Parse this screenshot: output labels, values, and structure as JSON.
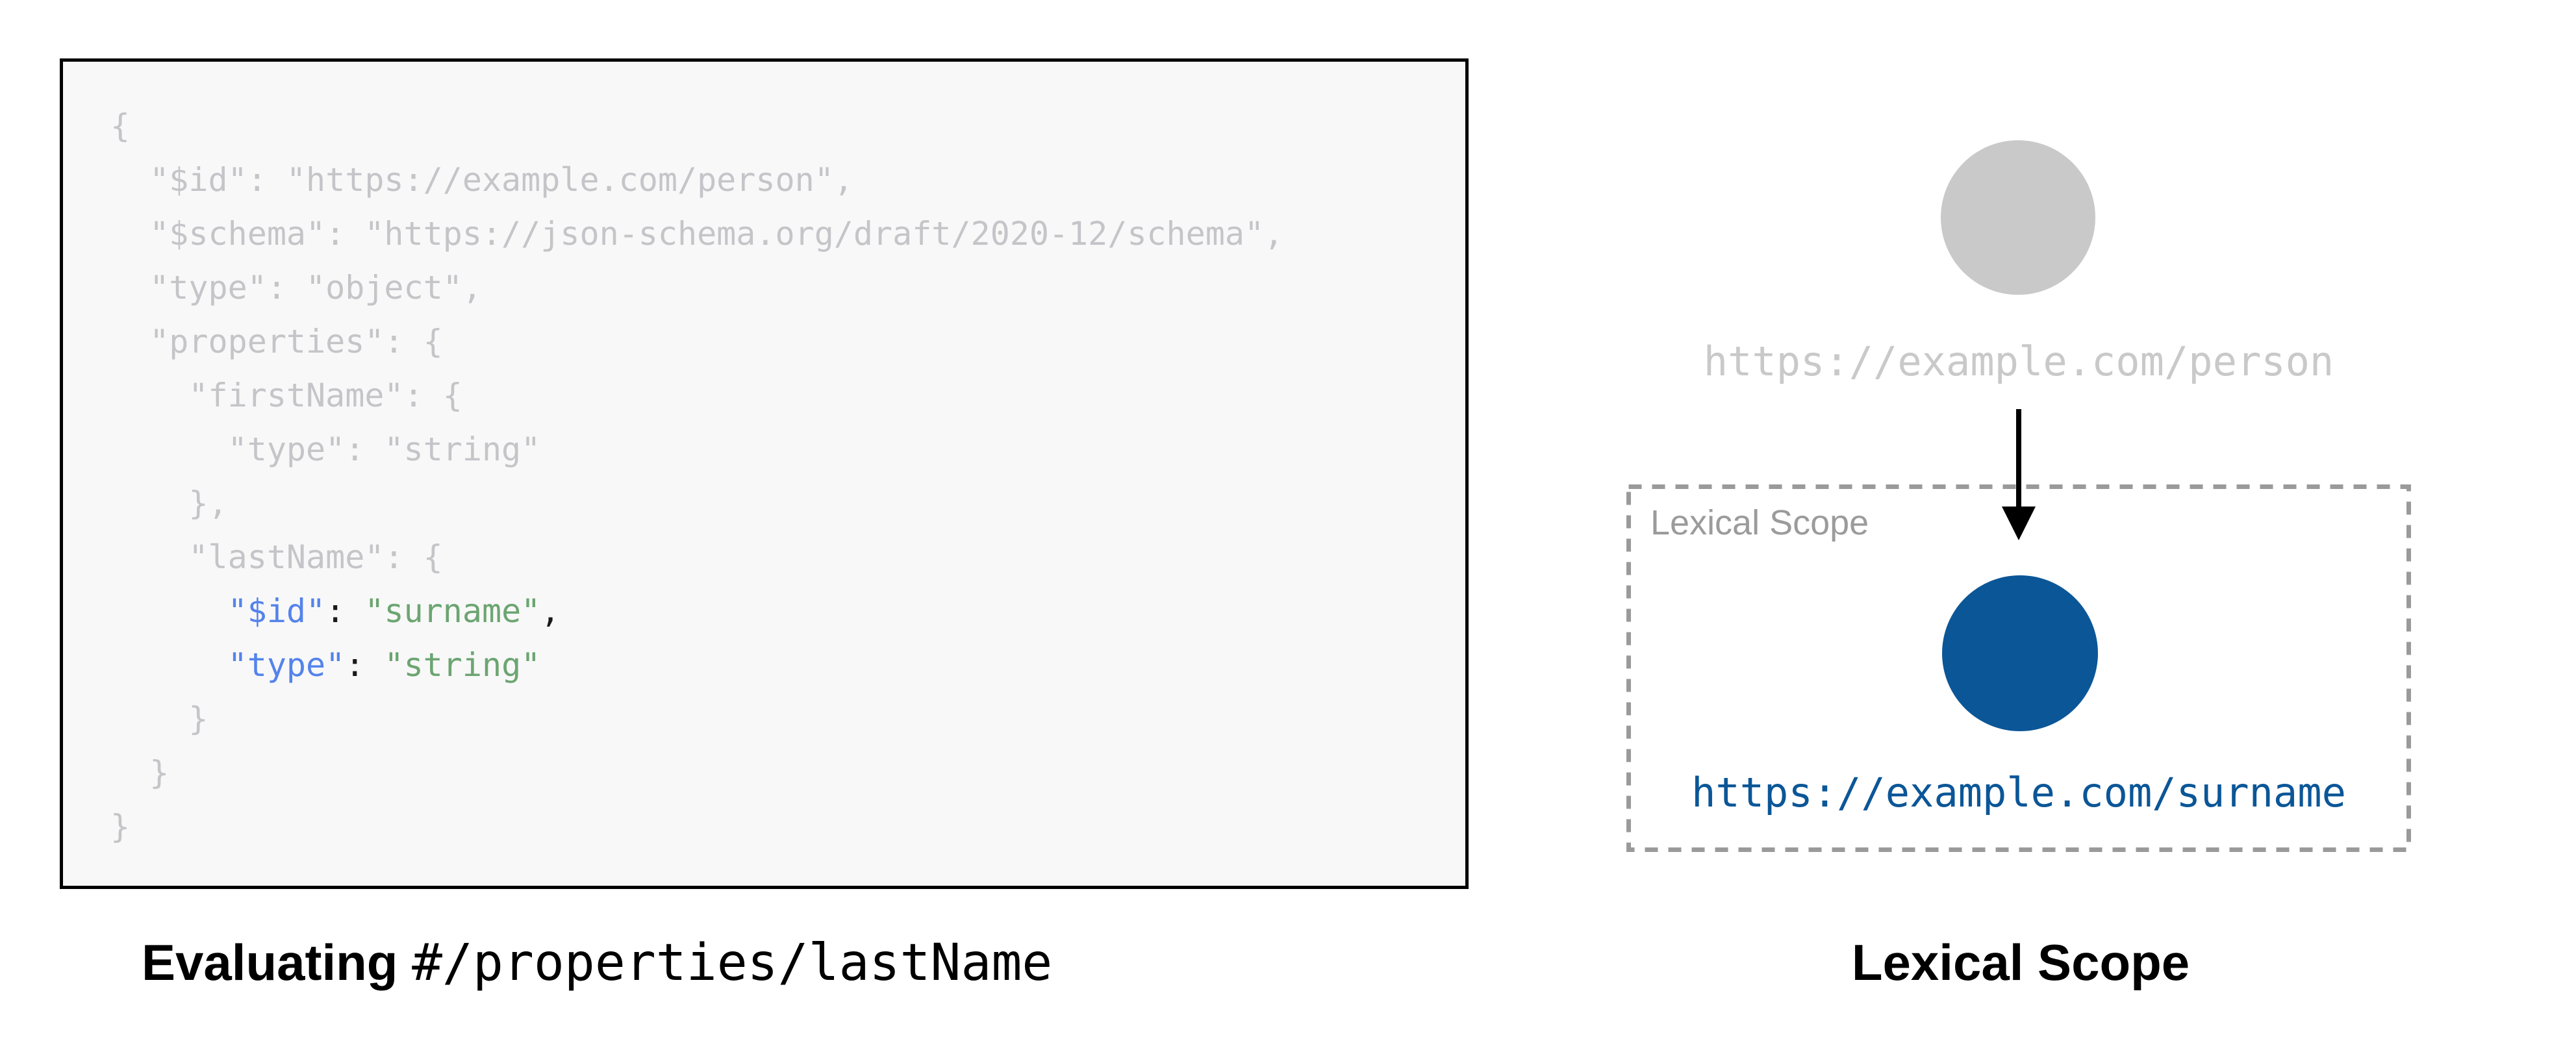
{
  "colors": {
    "page-bg": "#ffffff",
    "panel-bg": "#f8f8f8",
    "panel-border": "#000000",
    "code-gray": "#c5c5c9",
    "code-blue": "#5483eb",
    "code-green": "#6ca571",
    "code-black": "#1a1a1a",
    "node-gray": "#c9c9c9",
    "label-gray": "#c9c9c9",
    "scope-gray": "#9b9b9b",
    "dash-gray": "#9a9a9a",
    "node-blue": "#0b5697",
    "url-blue": "#0b5697",
    "ink": "#000000"
  },
  "code": {
    "lines": [
      [
        {
          "t": "{",
          "c": "gray"
        }
      ],
      [
        {
          "t": "  \"$id\": \"https://example.com/person\",",
          "c": "gray"
        }
      ],
      [
        {
          "t": "  \"$schema\": \"https://json-schema.org/draft/2020-12/schema\",",
          "c": "gray"
        }
      ],
      [
        {
          "t": "  \"type\": \"object\",",
          "c": "gray"
        }
      ],
      [
        {
          "t": "  \"properties\": {",
          "c": "gray"
        }
      ],
      [
        {
          "t": "    \"firstName\": {",
          "c": "gray"
        }
      ],
      [
        {
          "t": "      \"type\": \"string\"",
          "c": "gray"
        }
      ],
      [
        {
          "t": "    },",
          "c": "gray"
        }
      ],
      [
        {
          "t": "    \"lastName\": {",
          "c": "gray"
        }
      ],
      [
        {
          "t": "      ",
          "c": "gray"
        },
        {
          "t": "\"$id\"",
          "c": "blue"
        },
        {
          "t": ": ",
          "c": "black"
        },
        {
          "t": "\"surname\"",
          "c": "green"
        },
        {
          "t": ",",
          "c": "black"
        }
      ],
      [
        {
          "t": "      ",
          "c": "gray"
        },
        {
          "t": "\"type\"",
          "c": "blue"
        },
        {
          "t": ": ",
          "c": "black"
        },
        {
          "t": "\"string\"",
          "c": "green"
        }
      ],
      [
        {
          "t": "    }",
          "c": "gray"
        }
      ],
      [
        {
          "t": "  }",
          "c": "gray"
        }
      ],
      [
        {
          "t": "}",
          "c": "gray"
        }
      ]
    ]
  },
  "caption_left": {
    "bold": "Evaluating ",
    "path": "#/properties/lastName"
  },
  "diagram": {
    "parent_url": "https://example.com/person",
    "scope_label": "Lexical Scope",
    "surname_url": "https://example.com/surname",
    "caption": "Lexical Scope"
  }
}
